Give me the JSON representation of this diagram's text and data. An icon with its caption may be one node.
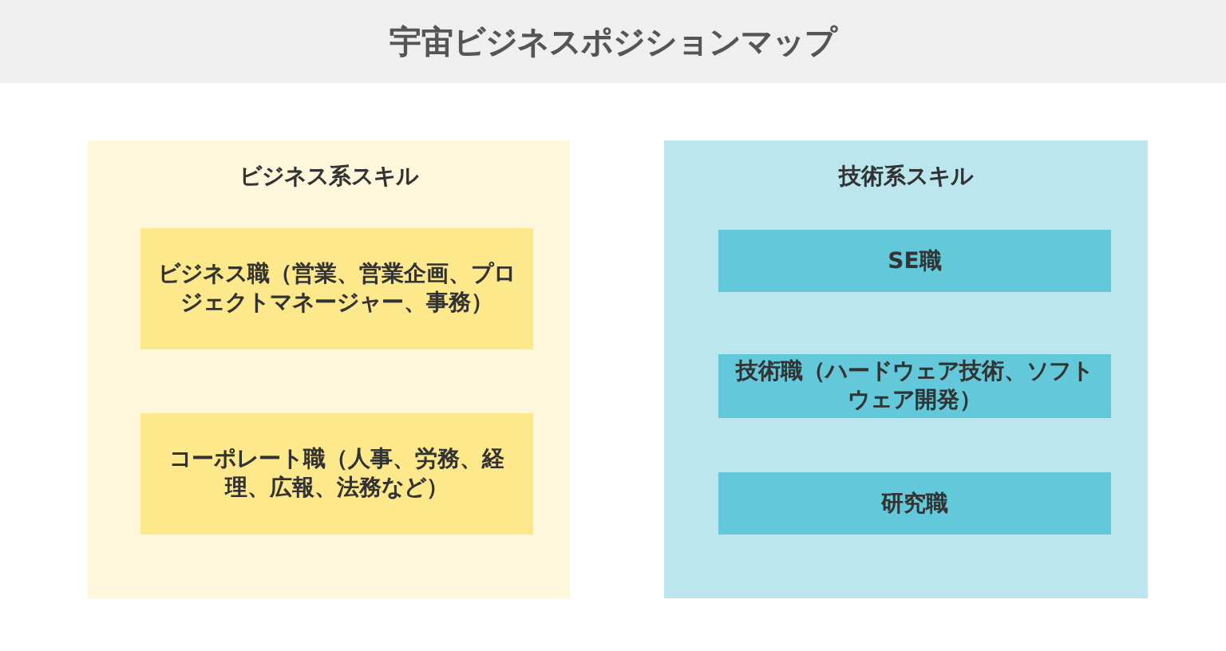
{
  "diagram": {
    "title": "宇宙ビジネスポジションマップ",
    "nodes": [
      {
        "text": [
          "ビジネス系スキル"
        ]
      },
      {
        "text": [
          "ビジネス職（営業、営業企画、プロジェクトマネージャー、事務）"
        ],
        "in": 0
      },
      {
        "text": [
          "コーポレート職（人事、労務、経理、広報、法務など）"
        ],
        "in": 0
      },
      {
        "text": [
          "技術系スキル"
        ]
      },
      {
        "text": [
          "SE職"
        ],
        "in": 3
      },
      {
        "text": [
          "技術職（ハードウェア技術、ソフトウェア開発）"
        ],
        "in": 3
      },
      {
        "text": [
          "研究職"
        ],
        "in": 3
      }
    ]
  }
}
